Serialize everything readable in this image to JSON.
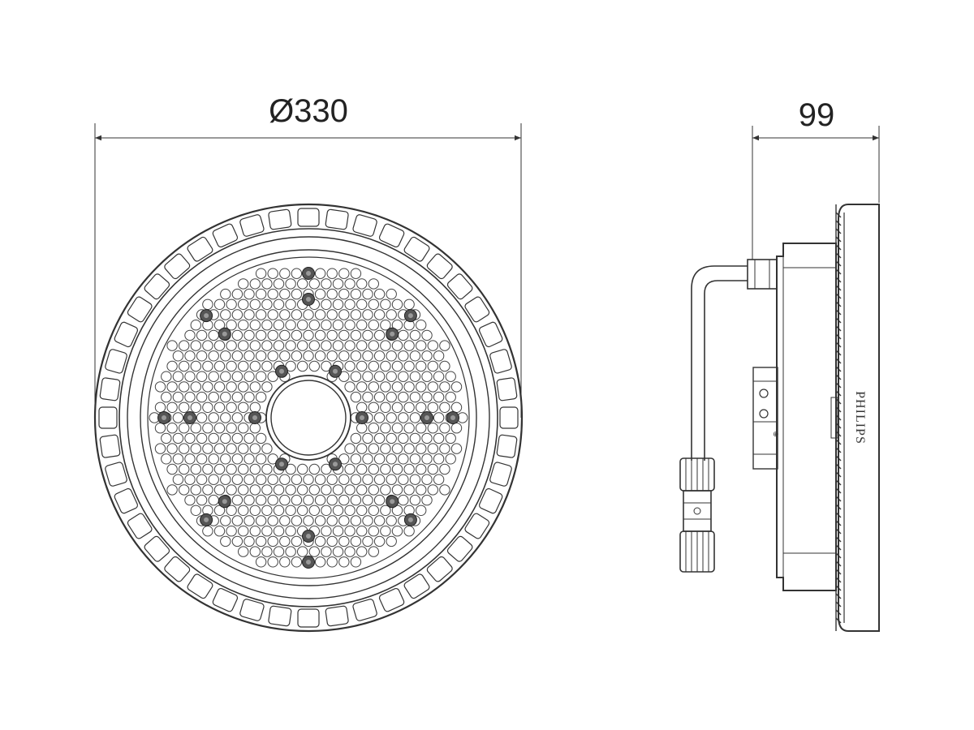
{
  "dimensions": {
    "diameter_label": "Ø330",
    "depth_label": "99"
  },
  "brand_label": "PHILIPS",
  "colors": {
    "line": "#333333",
    "background": "#ffffff"
  }
}
